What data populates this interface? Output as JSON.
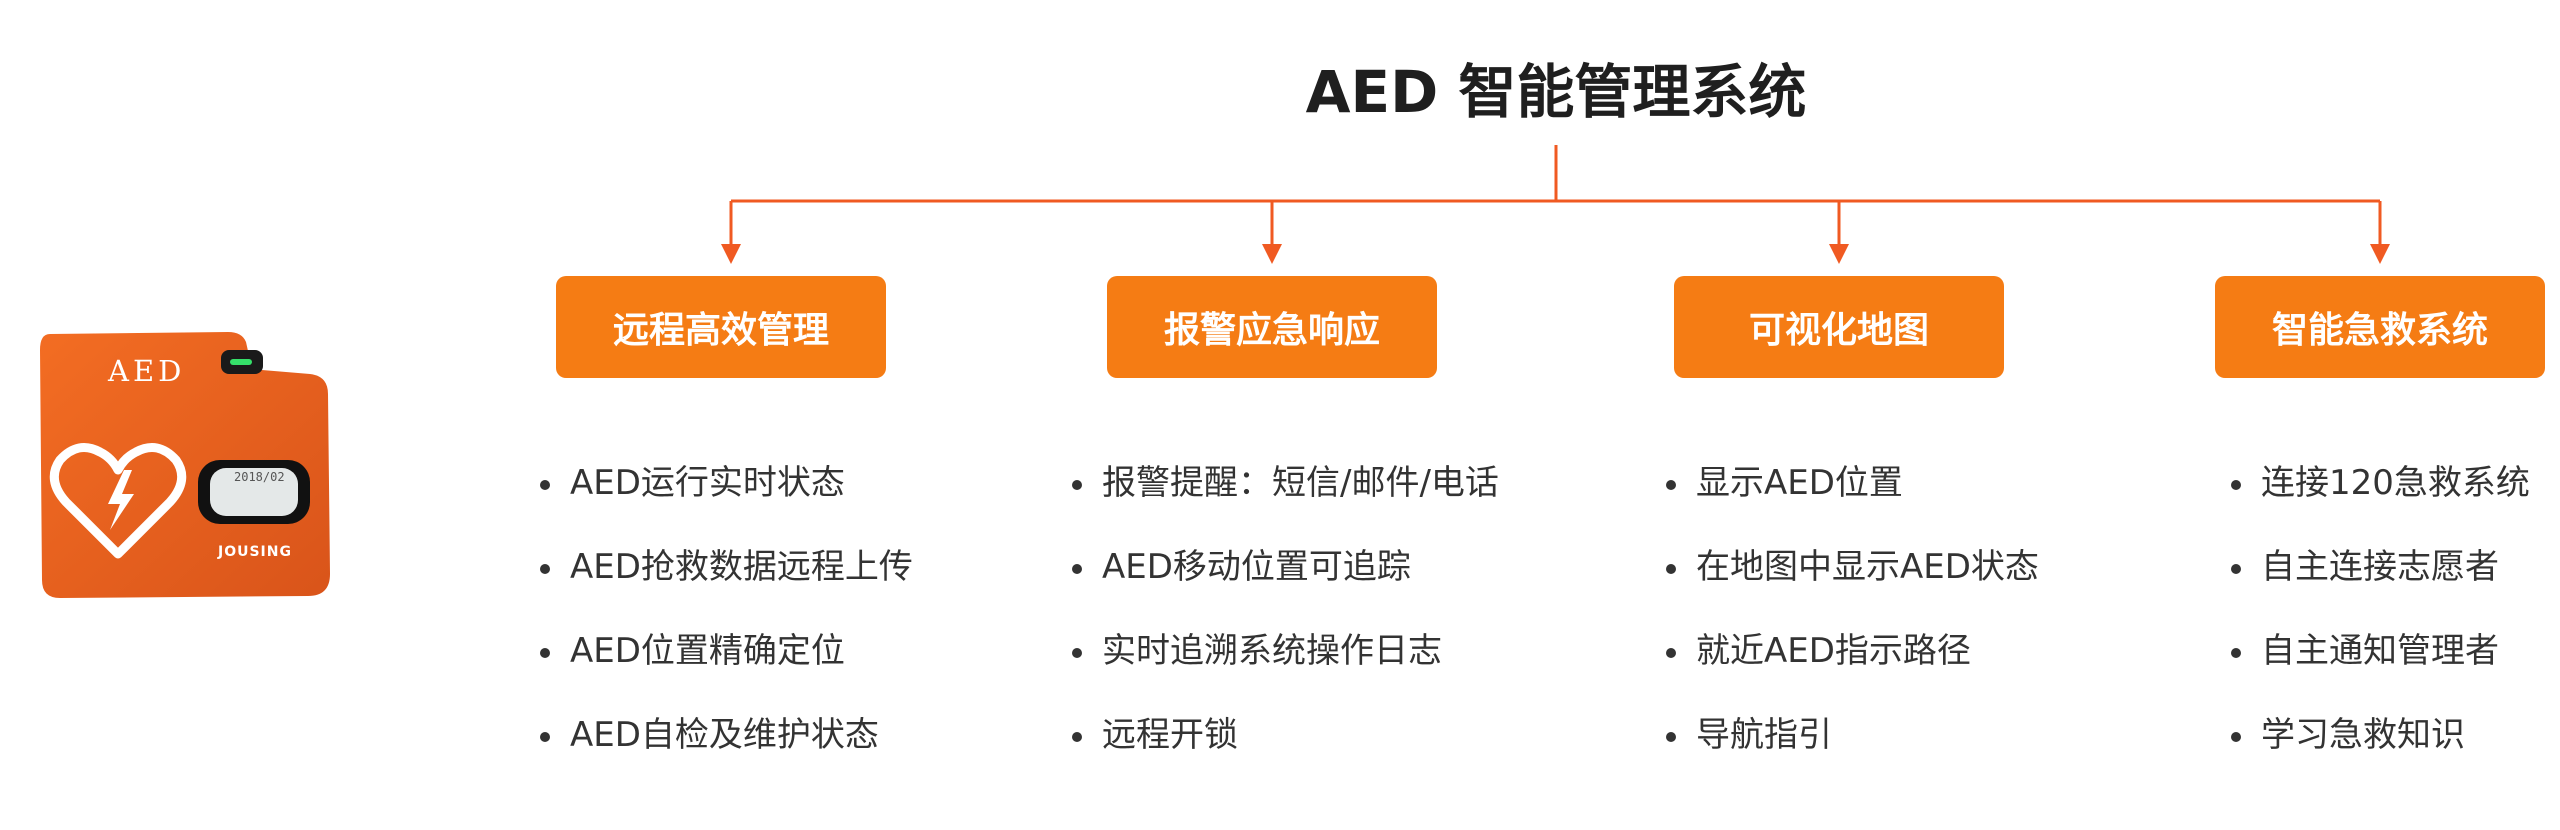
{
  "title": "AED 智能管理系统",
  "accent_color": "#f57c14",
  "connector_color": "#f05a22",
  "device": {
    "brand_text": "AED",
    "logo_text": "JOUSING",
    "screen_date": "2018/02"
  },
  "categories": [
    {
      "label": "远程高效管理",
      "features": [
        "AED运行实时状态",
        "AED抢救数据远程上传",
        "AED位置精确定位",
        "AED自检及维护状态"
      ]
    },
    {
      "label": "报警应急响应",
      "features": [
        "报警提醒：短信/邮件/电话",
        "AED移动位置可追踪",
        "实时追溯系统操作日志",
        "远程开锁"
      ]
    },
    {
      "label": "可视化地图",
      "features": [
        "显示AED位置",
        "在地图中显示AED状态",
        "就近AED指示路径",
        "导航指引"
      ]
    },
    {
      "label": "智能急救系统",
      "features": [
        "连接120急救系统",
        "自主连接志愿者",
        "自主通知管理者",
        "学习急救知识"
      ]
    }
  ]
}
